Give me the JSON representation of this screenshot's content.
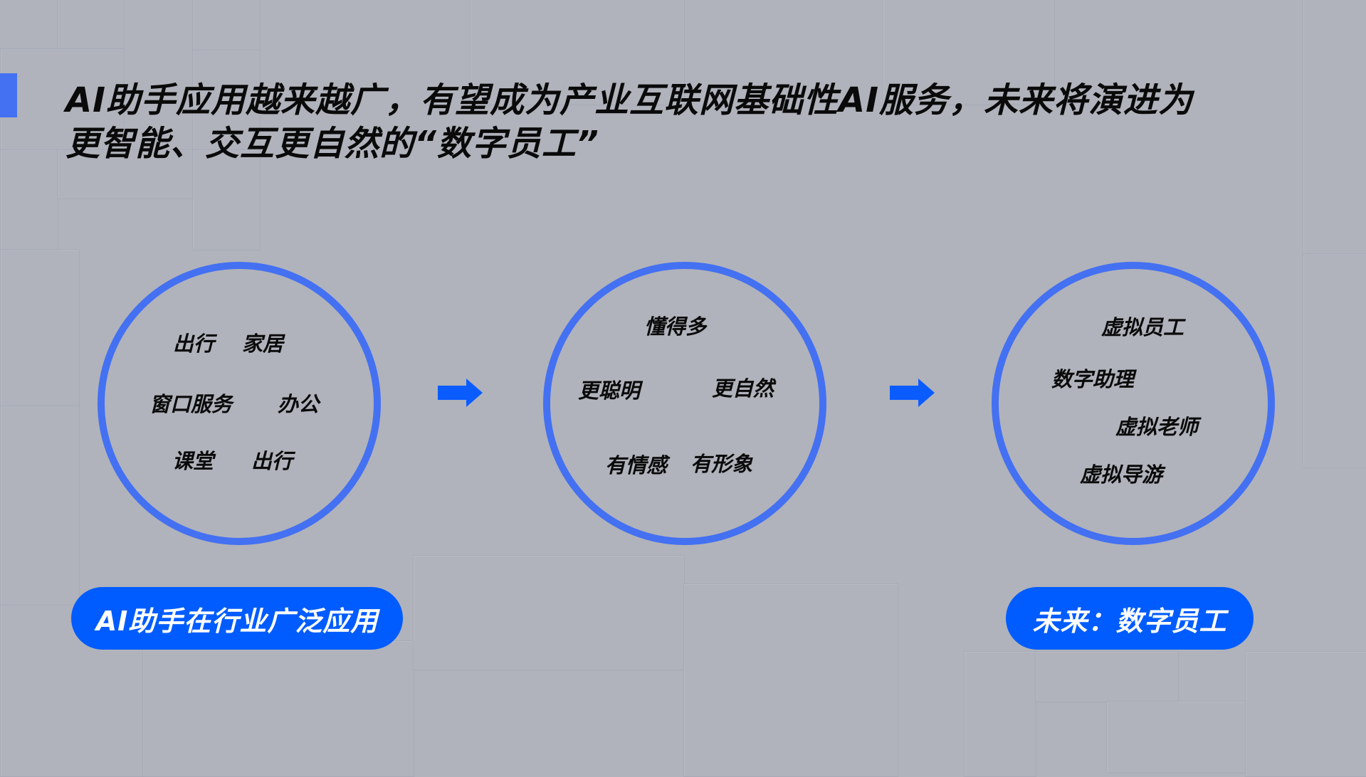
{
  "slide": {
    "title_lines": [
      "AI助手应用越来越广，有望成为产业互联网基础性AI服务，未来将演进为",
      "更智能、交互更自然的“数字员工”"
    ],
    "colors": {
      "background": "#b0b3bb",
      "accent": "#4470f2",
      "pill": "#005cff",
      "arrow": "#0a5cff",
      "text": "#0a0a0a"
    }
  },
  "stages": [
    {
      "words": [
        "出行",
        "家居",
        "窗口服务",
        "办公",
        "课堂",
        "出行"
      ]
    },
    {
      "words": [
        "懂得多",
        "更聪明",
        "更自然",
        "有情感",
        "有形象"
      ]
    },
    {
      "words": [
        "虚拟员工",
        "数字助理",
        "虚拟老师",
        "虚拟导游"
      ]
    }
  ],
  "arrows": [
    {
      "icon": "arrow-right-icon"
    },
    {
      "icon": "arrow-right-icon"
    }
  ],
  "labels": {
    "left": "AI助手在行业广泛应用",
    "right": "未来：数字员工"
  }
}
